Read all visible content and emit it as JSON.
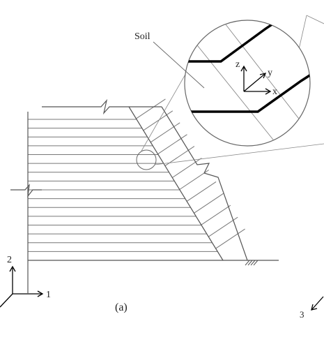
{
  "labels": {
    "soil": "Soil",
    "axis_z": "z",
    "axis_y": "y",
    "axis_x": "x",
    "global_axis_2": "2",
    "global_axis_1": "1",
    "global_axis_3": "3",
    "caption": "(a)"
  },
  "colors": {
    "line": "#555555",
    "thin": "#777777",
    "bold": "#000000",
    "text": "#222222"
  },
  "counts": {
    "horizontal_layers": 17,
    "slope_stripes": 12
  }
}
